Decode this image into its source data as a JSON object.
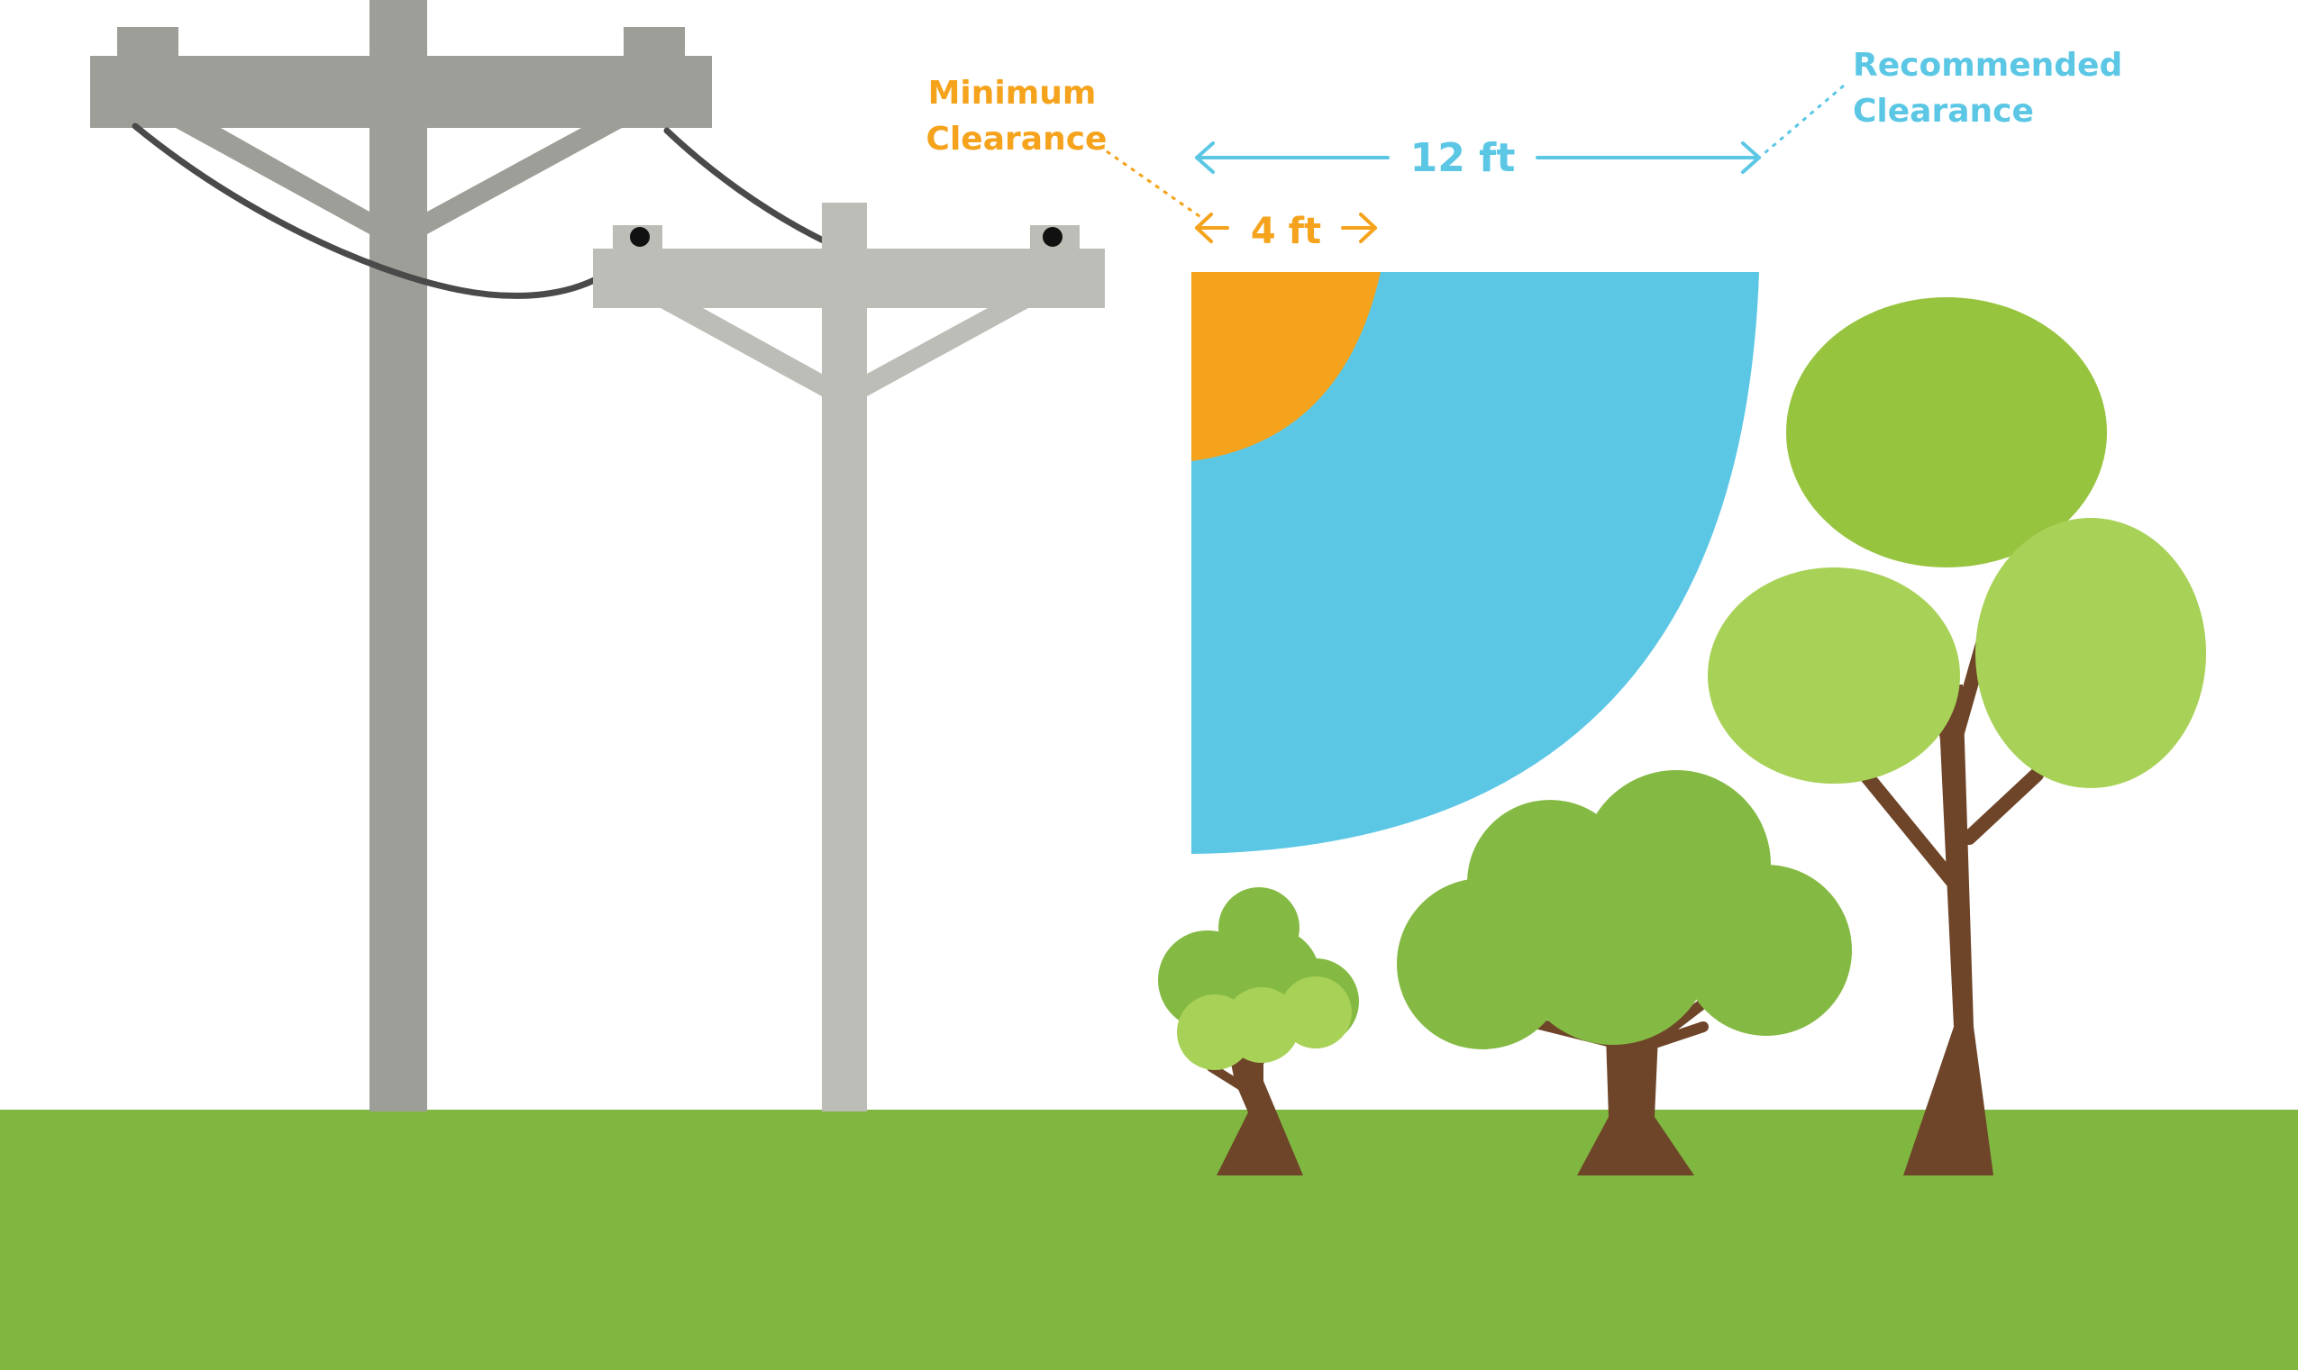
{
  "labels": {
    "minimum_line1": "Minimum",
    "minimum_line2": "Clearance",
    "recommended_line1": "Recommended",
    "recommended_line2": "Clearance",
    "minimum_distance": "4 ft",
    "recommended_distance": "12 ft"
  },
  "colors": {
    "minimum": "#F5A31C",
    "recommended": "#5BC7E5",
    "ground": "#80B741",
    "pole_back": "#9D9E98",
    "pole_front": "#BCBDB7",
    "wire": "#4A4A4A",
    "trunk": "#6E4529",
    "foliage_dark": "#84BA43",
    "foliage_light": "#A8D157"
  }
}
